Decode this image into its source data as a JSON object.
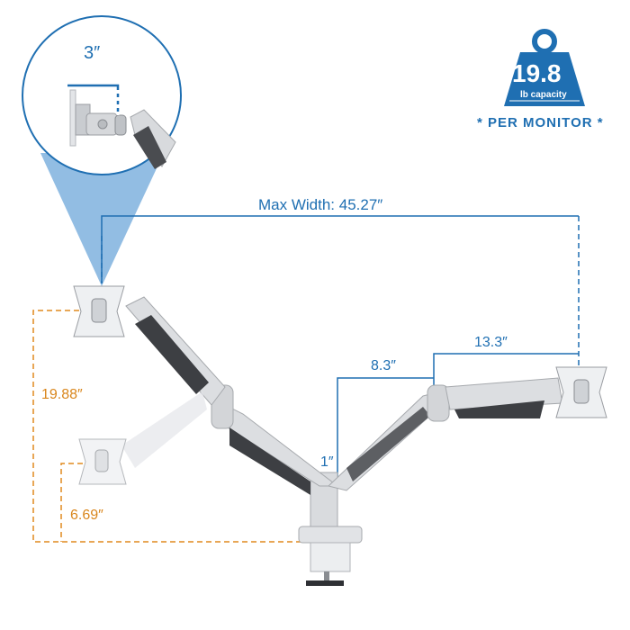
{
  "colors": {
    "blue": "#1f6fb2",
    "orange": "#e08a1e",
    "silver": "#d9dbde",
    "dark": "#3a3c40"
  },
  "badge": {
    "value": "19.8",
    "unit": "lb capacity",
    "note": "* PER MONITOR *",
    "icon": "weight-icon"
  },
  "detail": {
    "tilt_offset": "3″"
  },
  "dimensions": {
    "max_width": "Max Width: 45.27″",
    "outer_arm": "13.3″",
    "inner_arm": "8.3″",
    "pole_offset": "1″",
    "height_range": "19.88″",
    "low_height": "6.69″"
  }
}
